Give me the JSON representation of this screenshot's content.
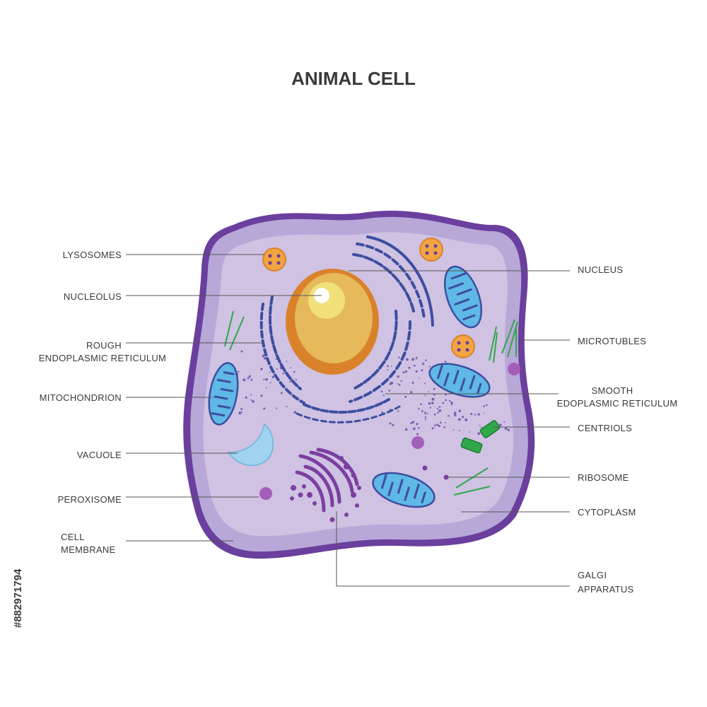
{
  "title": "ANIMAL CELL",
  "stock_id": "#882971794",
  "colors": {
    "membrane": "#6a3f9e",
    "cytoplasm_outer": "#b8a8d8",
    "cytoplasm_inner": "#cfc2e3",
    "nucleus_outer": "#d9822b",
    "nucleus_inner": "#e6b95a",
    "rough_er": "#3d4ea0",
    "mitochondrion": "#5fb8e6",
    "lysosome": "#f2a441",
    "centriole": "#2fa84a",
    "golgi": "#7b3fa0",
    "vacuole": "#9fd3f0"
  },
  "labels": {
    "lysosomes": "LYSOSOMES",
    "nucleolus": "NUCLEOLUS",
    "rough_er_1": "ROUGH",
    "rough_er_2": "ENDOPLASMIC RETICULUM",
    "mitochondrion": "MITOCHONDRION",
    "vacuole": "VACUOLE",
    "peroxisome": "PEROXISOME",
    "cell_membrane_1": "CELL",
    "cell_membrane_2": "MEMBRANE",
    "nucleus": "NUCLEUS",
    "microtubles": "MICROTUBLES",
    "smooth_er_1": "SMOOTH",
    "smooth_er_2": "EDOPLASMIC RETICULUM",
    "centriols": "CENTRIOLS",
    "ribosome": "RIBOSOME",
    "cytoplasm": "CYTOPLASM",
    "galgi_1": "GALGI",
    "galgi_2": "APPARATUS"
  }
}
